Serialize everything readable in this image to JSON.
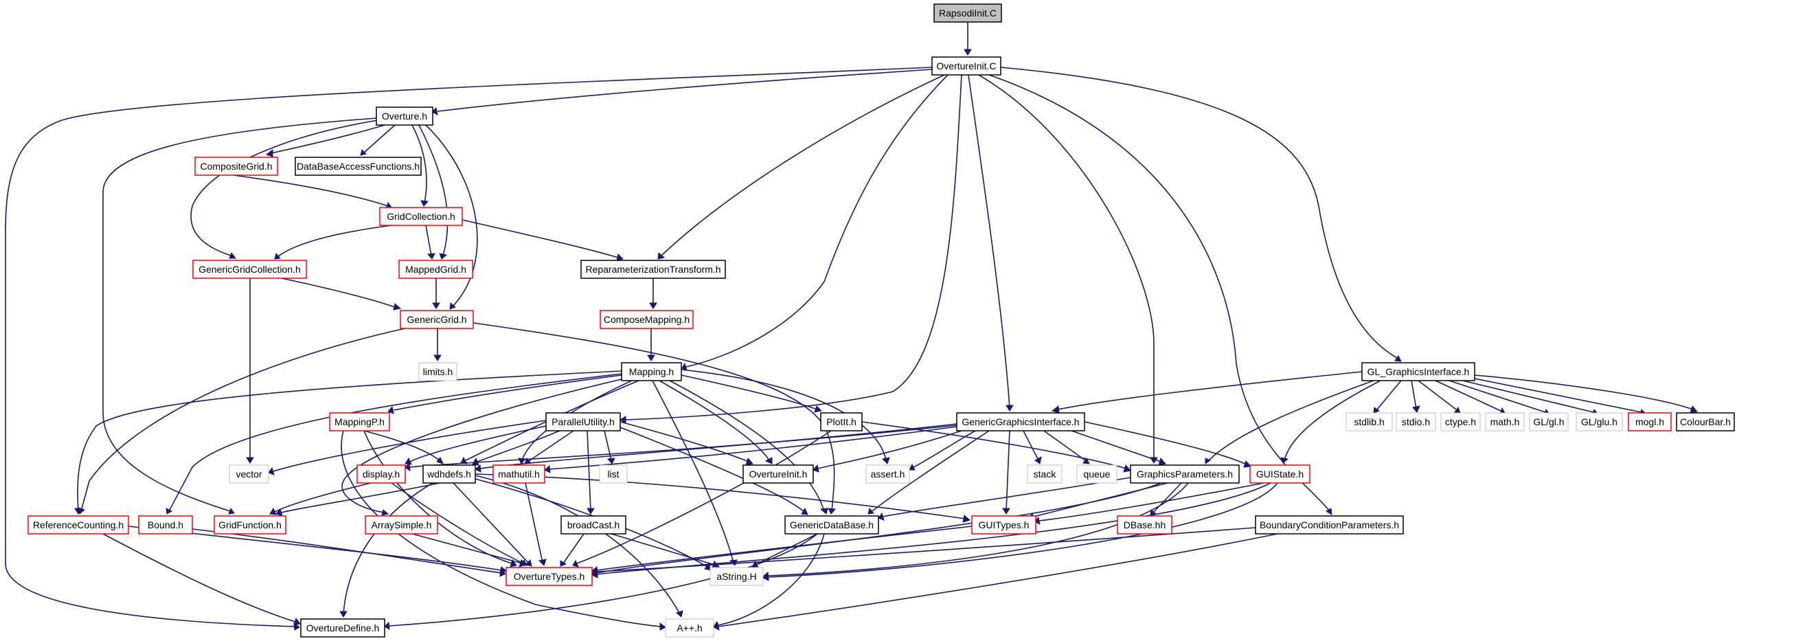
{
  "colors": {
    "edge": "#191970",
    "border_documented": "#000000",
    "border_undocumented": "#ff0000",
    "border_external": "#bfbfbf",
    "fill_root": "#bfbfbf",
    "fill_default": "#ffffff"
  },
  "nodes": [
    {
      "id": "rapsodi",
      "label": "RapsodiInit.C",
      "kind": "root"
    },
    {
      "id": "overtureinit_c",
      "label": "OvertureInit.C",
      "kind": "documented"
    },
    {
      "id": "overture_h",
      "label": "Overture.h",
      "kind": "documented"
    },
    {
      "id": "compositegrid",
      "label": "CompositeGrid.h",
      "kind": "undocumented"
    },
    {
      "id": "dbaccess",
      "label": "DataBaseAccessFunctions.h",
      "kind": "documented"
    },
    {
      "id": "gridcollection",
      "label": "GridCollection.h",
      "kind": "undocumented"
    },
    {
      "id": "genericgridcollection",
      "label": "GenericGridCollection.h",
      "kind": "undocumented"
    },
    {
      "id": "mappedgrid",
      "label": "MappedGrid.h",
      "kind": "undocumented"
    },
    {
      "id": "reparam",
      "label": "ReparameterizationTransform.h",
      "kind": "documented"
    },
    {
      "id": "genericgrid",
      "label": "GenericGrid.h",
      "kind": "undocumented"
    },
    {
      "id": "composemapping",
      "label": "ComposeMapping.h",
      "kind": "undocumented"
    },
    {
      "id": "limits",
      "label": "limits.h",
      "kind": "external"
    },
    {
      "id": "mapping",
      "label": "Mapping.h",
      "kind": "documented"
    },
    {
      "id": "gl_gi",
      "label": "GL_GraphicsInterface.h",
      "kind": "documented"
    },
    {
      "id": "mappingp",
      "label": "MappingP.h",
      "kind": "undocumented"
    },
    {
      "id": "parallelutility",
      "label": "ParallelUtility.h",
      "kind": "documented"
    },
    {
      "id": "plotit",
      "label": "PlotIt.h",
      "kind": "documented"
    },
    {
      "id": "ggi",
      "label": "GenericGraphicsInterface.h",
      "kind": "documented"
    },
    {
      "id": "stdlib",
      "label": "stdlib.h",
      "kind": "external"
    },
    {
      "id": "stdio",
      "label": "stdio.h",
      "kind": "external"
    },
    {
      "id": "ctype",
      "label": "ctype.h",
      "kind": "external"
    },
    {
      "id": "math",
      "label": "math.h",
      "kind": "external"
    },
    {
      "id": "glgl",
      "label": "GL/gl.h",
      "kind": "external"
    },
    {
      "id": "glglu",
      "label": "GL/glu.h",
      "kind": "external"
    },
    {
      "id": "mogl",
      "label": "mogl.h",
      "kind": "undocumented"
    },
    {
      "id": "colourbar",
      "label": "ColourBar.h",
      "kind": "documented"
    },
    {
      "id": "vector",
      "label": "vector",
      "kind": "external"
    },
    {
      "id": "display",
      "label": "display.h",
      "kind": "undocumented"
    },
    {
      "id": "wdhdefs",
      "label": "wdhdefs.h",
      "kind": "documented"
    },
    {
      "id": "mathutil",
      "label": "mathutil.h",
      "kind": "undocumented"
    },
    {
      "id": "list",
      "label": "list",
      "kind": "external"
    },
    {
      "id": "overtureinit_h",
      "label": "OvertureInit.h",
      "kind": "documented"
    },
    {
      "id": "assert",
      "label": "assert.h",
      "kind": "external"
    },
    {
      "id": "stack",
      "label": "stack",
      "kind": "external"
    },
    {
      "id": "queue",
      "label": "queue",
      "kind": "external"
    },
    {
      "id": "graphicsparams",
      "label": "GraphicsParameters.h",
      "kind": "documented"
    },
    {
      "id": "guistate",
      "label": "GUIState.h",
      "kind": "undocumented"
    },
    {
      "id": "refcounting",
      "label": "ReferenceCounting.h",
      "kind": "undocumented"
    },
    {
      "id": "bound",
      "label": "Bound.h",
      "kind": "undocumented"
    },
    {
      "id": "gridfunction",
      "label": "GridFunction.h",
      "kind": "undocumented"
    },
    {
      "id": "arraysimple",
      "label": "ArraySimple.h",
      "kind": "undocumented"
    },
    {
      "id": "broadcast",
      "label": "broadCast.h",
      "kind": "documented"
    },
    {
      "id": "genericdatabase",
      "label": "GenericDataBase.h",
      "kind": "documented"
    },
    {
      "id": "guitypes",
      "label": "GUITypes.h",
      "kind": "undocumented"
    },
    {
      "id": "dbase",
      "label": "DBase.hh",
      "kind": "undocumented"
    },
    {
      "id": "bcparams",
      "label": "BoundaryConditionParameters.h",
      "kind": "documented"
    },
    {
      "id": "overturetypes",
      "label": "OvertureTypes.h",
      "kind": "undocumented"
    },
    {
      "id": "astring",
      "label": "aString.H",
      "kind": "external"
    },
    {
      "id": "overturedefine",
      "label": "OvertureDefine.h",
      "kind": "documented"
    },
    {
      "id": "app",
      "label": "A++.h",
      "kind": "external"
    }
  ]
}
